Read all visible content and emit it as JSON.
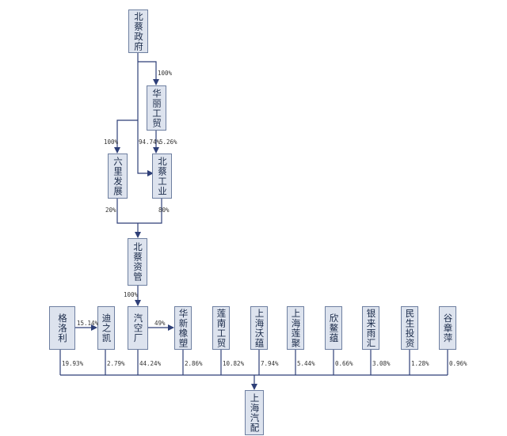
{
  "entities": {
    "beicai_gov": "北蔡政府",
    "huali": "华丽工贸",
    "liuli": "六里发展",
    "beicai_ind": "北蔡工业",
    "beicai_asset": "北蔡资管",
    "gelu": "格洛利",
    "dikai": "迪之凯",
    "qikong": "汽空厂",
    "huaxin": "华新橡塑",
    "liannan": "莲南工贸",
    "woyun": "上海沃蕴",
    "lianju": "上海莲聚",
    "xinao": "欣鳌蕴",
    "yinlai": "银来雨汇",
    "minsheng": "民生投资",
    "guzhang": "谷章萍",
    "shanghai_qipei": "上海汽配"
  },
  "edges": {
    "gov_huali": "100%",
    "gov_liuli": "100%",
    "gov_ind": "94.74%",
    "huali_ind": "5.26%",
    "liuli_asset": "20%",
    "ind_asset": "80%",
    "asset_qikong": "100%",
    "gelu_dikai": "15.14%",
    "qikong_huaxin": "49%",
    "gelu_qipei": "19.93%",
    "dikai_qipei": "2.79%",
    "qikong_qipei": "44.24%",
    "huaxin_qipei": "2.86%",
    "liannan_qipei": "10.82%",
    "woyun_qipei": "7.94%",
    "lianju_qipei": "5.44%",
    "xinao_qipei": "0.66%",
    "yinlai_qipei": "3.08%",
    "minsheng_qipei": "1.28%",
    "guzhang_qipei": "0.96%"
  },
  "colors": {
    "box_fill": "#dde3ee",
    "box_border": "#6e7fa0",
    "line": "#2e3f78"
  }
}
